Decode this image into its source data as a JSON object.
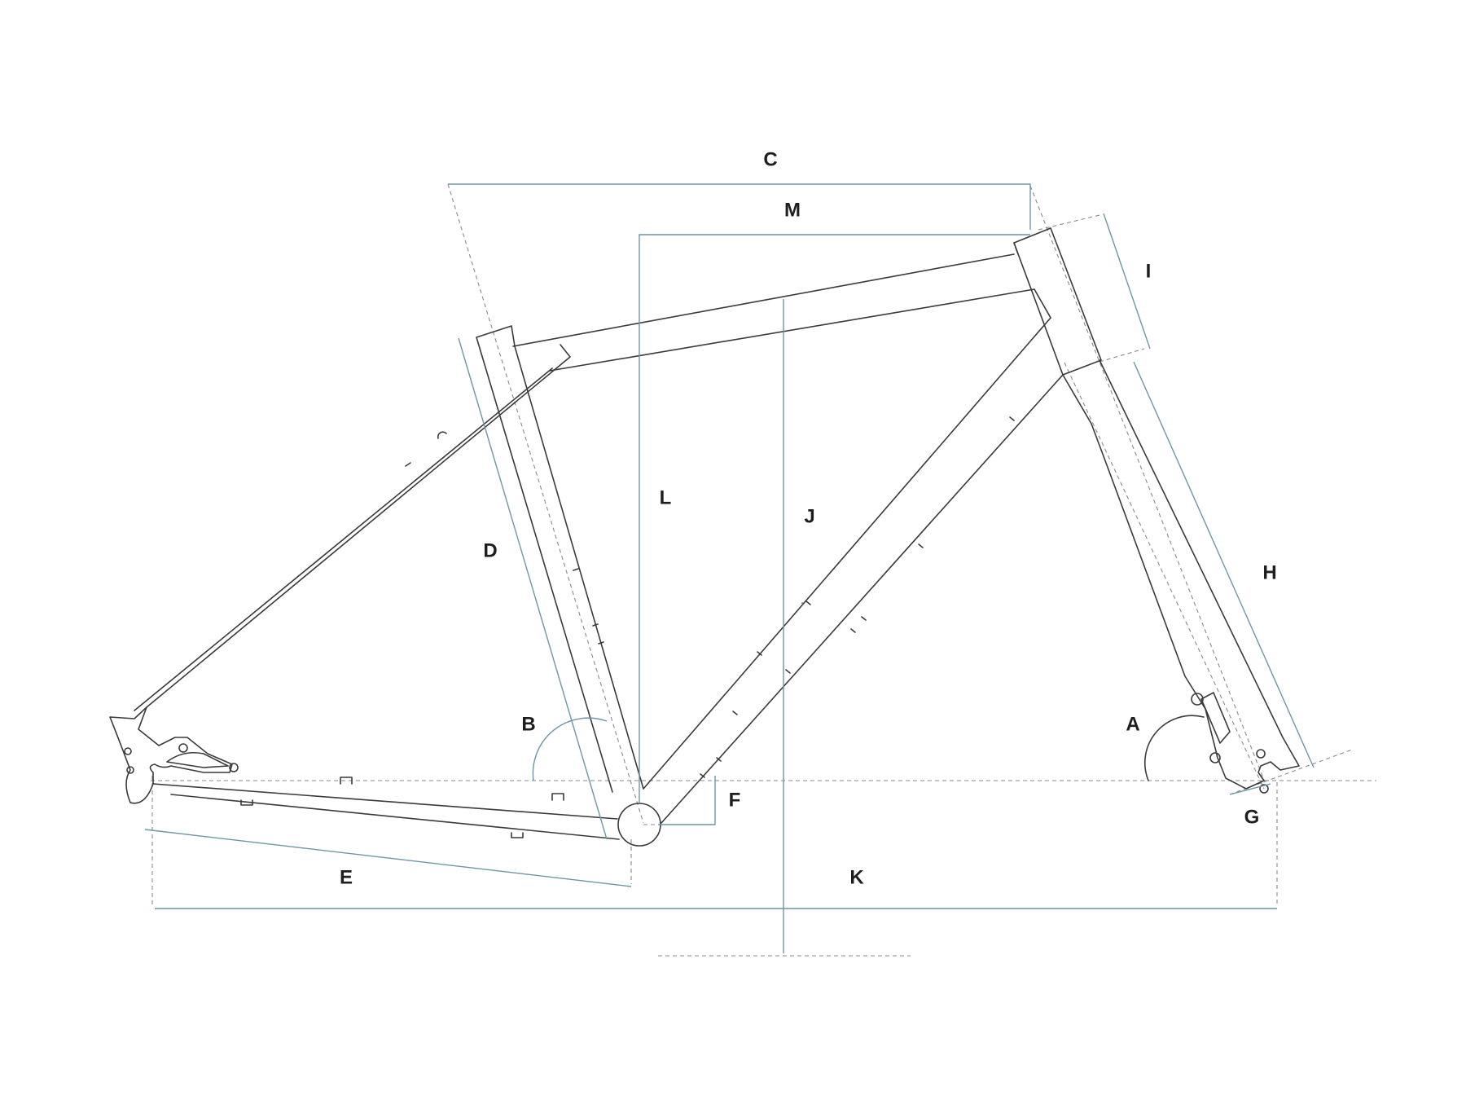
{
  "labels": {
    "A": "A",
    "B": "B",
    "C": "C",
    "D": "D",
    "E": "E",
    "F": "F",
    "G": "G",
    "H": "H",
    "I": "I",
    "J": "J",
    "K": "K",
    "L": "L",
    "M": "M"
  },
  "colors": {
    "frame": "#3a3a3a",
    "dimension": "#6f95a6",
    "guide": "#8a8a8a",
    "label": "#1e1e1e"
  }
}
